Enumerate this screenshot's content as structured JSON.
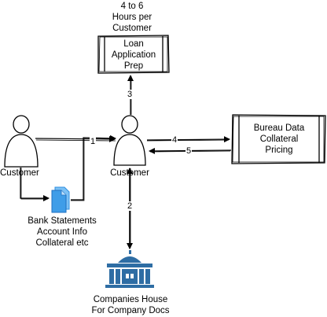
{
  "top_note": {
    "line1": "4 to 6",
    "line2": "Hours per",
    "line3": "Customer"
  },
  "loan_box": {
    "line1": "Loan",
    "line2": "Application",
    "line3": "Prep"
  },
  "bureau_box": {
    "line1": "Bureau Data",
    "line2": "Collateral",
    "line3": "Pricing"
  },
  "actor_left": {
    "label": "Customer"
  },
  "actor_center": {
    "label": "Customer"
  },
  "documents": {
    "line1": "Bank Statements",
    "line2": "Account Info",
    "line3": "Collateral etc"
  },
  "companies_house": {
    "line1": "Companies House",
    "line2": "For Company Docs"
  },
  "edges": {
    "e1": "1",
    "e2": "2",
    "e3": "3",
    "e4": "4",
    "e5": "5"
  },
  "colors": {
    "stroke": "#000000",
    "doc_blue": "#2f8fe0",
    "bank_blue": "#2e6da4"
  }
}
